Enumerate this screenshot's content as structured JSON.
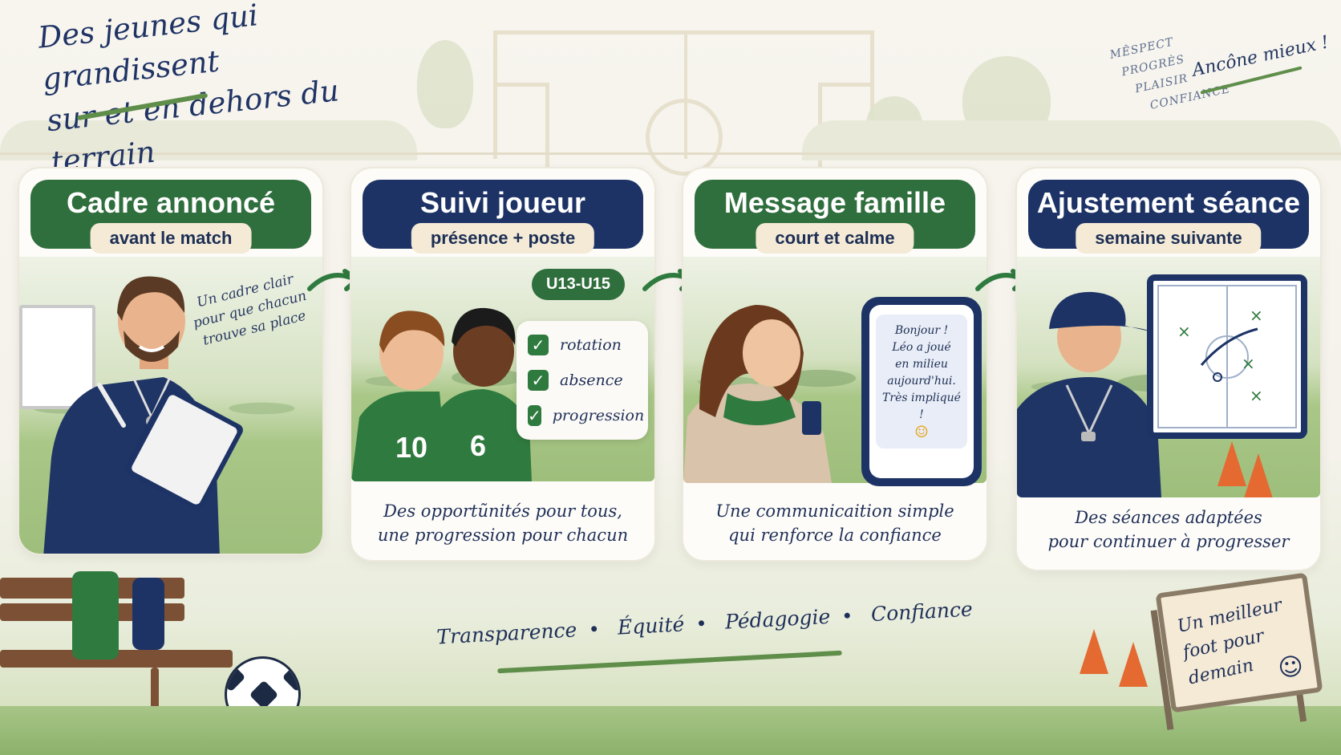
{
  "header": {
    "title_line1": "Des jeunes qui grandissent",
    "title_line2": "sur et en dehors du terrain"
  },
  "notes": {
    "items": [
      "MÊSPECT",
      "PROGRÈS",
      "PLAISIR",
      "CONFIANCE"
    ],
    "highlight": "Ancône mieux !"
  },
  "cards": [
    {
      "title": "Cadre annoncé",
      "subtitle": "avant le match",
      "side_note": [
        "Un cadre clair",
        "pour que chacun",
        "trouve sa place"
      ],
      "caption": [],
      "theme": "green"
    },
    {
      "title": "Suivi joueur",
      "subtitle": "présence + poste",
      "badge": "U13-U15",
      "checklist": [
        "rotation",
        "absence",
        "progression"
      ],
      "jerseys": [
        "10",
        "6"
      ],
      "caption": [
        "Des opportũnités pour tous,",
        "une progression pour chacun"
      ],
      "theme": "navy"
    },
    {
      "title": "Message famille",
      "subtitle": "court et calme",
      "message": [
        "Bonjour !",
        "Léo a joué",
        "en milieu",
        "aujourd'hui.",
        "Très impliqué !"
      ],
      "caption": [
        "Une communicaition simple",
        "qui renforce la confiance"
      ],
      "theme": "green"
    },
    {
      "title": "Ajustement séance",
      "subtitle": "semaine suivante",
      "caption": [
        "Des séances adaptées",
        "pour continuer à progresser"
      ],
      "theme": "navy"
    }
  ],
  "values": [
    "Transparence",
    "Équité",
    "Pédagogie",
    "Confiance"
  ],
  "sign": [
    "Un meilleur",
    "foot pour",
    "demain"
  ],
  "colors": {
    "green": "#2f6e3d",
    "navy": "#1d3366",
    "accent_line": "#5f8d4a",
    "cream": "#f4ead6"
  }
}
